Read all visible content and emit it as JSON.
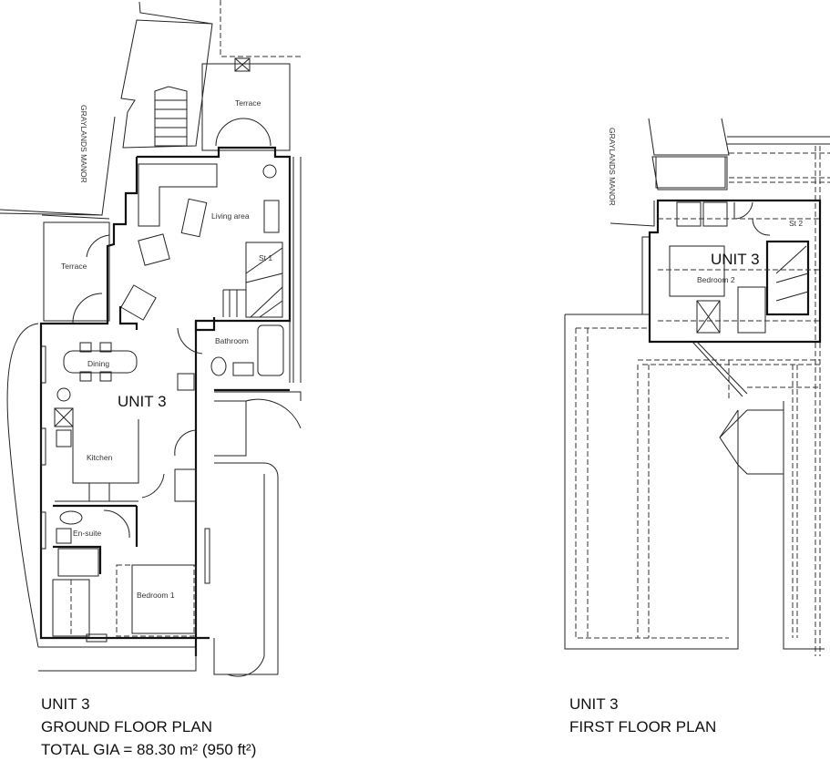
{
  "ground_floor": {
    "rooms": {
      "terrace_top": "Terrace",
      "living": "Living area",
      "stair": "St 1",
      "terrace_left": "Terrace",
      "bathroom": "Bathroom",
      "dining": "Dining",
      "unit": "UNIT 3",
      "kitchen": "Kitchen",
      "ensuite": "En-suite",
      "bedroom": "Bedroom 1"
    },
    "neighbour": "GRAYLANDS MANOR",
    "caption": [
      "UNIT 3",
      "GROUND FLOOR PLAN",
      "TOTAL GIA = 88.30 m² (950 ft²)"
    ]
  },
  "first_floor": {
    "rooms": {
      "stair": "St 2",
      "unit": "UNIT 3",
      "bedroom": "Bedroom 2"
    },
    "neighbour": "GRAYLANDS MANOR",
    "caption": [
      "UNIT 3",
      "FIRST FLOOR PLAN"
    ]
  }
}
